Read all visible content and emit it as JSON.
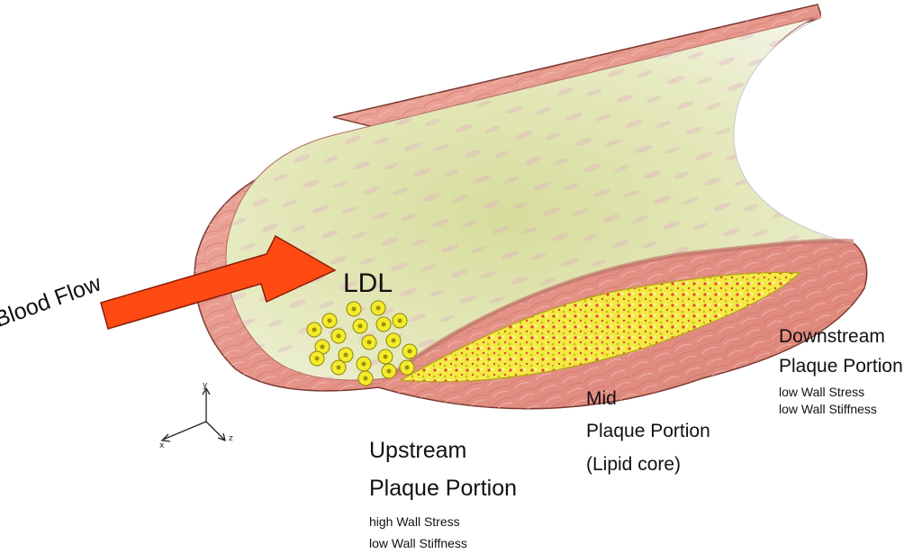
{
  "labels": {
    "blood_flow": "Blood Flow",
    "ldl": "LDL",
    "upstream": {
      "line1": "Upstream",
      "line2": "Plaque Portion",
      "note1": "high Wall Stress",
      "note2": "low Wall Stiffness"
    },
    "mid": {
      "line1": "Mid",
      "line2": "Plaque Portion",
      "line3": "(Lipid core)"
    },
    "downstream": {
      "line1": "Downstream",
      "line2": "Plaque Portion",
      "note1": "low Wall Stress",
      "note2": "low Wall Stiffness"
    }
  },
  "axes": {
    "x": "x",
    "y": "y",
    "z": "z"
  },
  "colors": {
    "arrow": "#ff4a14",
    "wall": "#e99a8e",
    "lumen": "#e9ecc4",
    "lipid": "#f2ea3a",
    "ldl_particle": "#f4ec2a"
  }
}
